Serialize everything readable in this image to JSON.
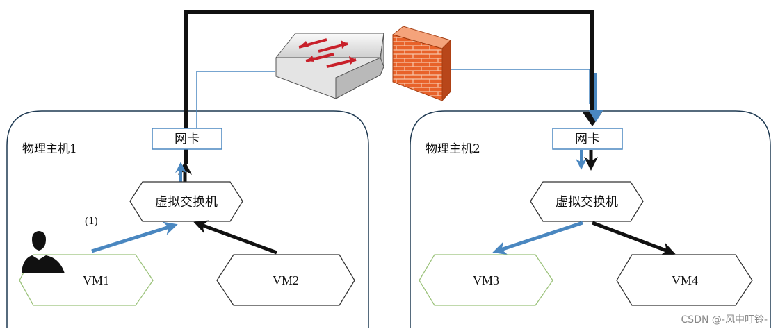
{
  "hosts": {
    "host1": {
      "label": "物理主机1"
    },
    "host2": {
      "label": "物理主机2"
    }
  },
  "nic_label": "网卡",
  "vswitch_label": "虚拟交换机",
  "vms": {
    "vm1": "VM1",
    "vm2": "VM2",
    "vm3": "VM3",
    "vm4": "VM4"
  },
  "step_label": "(1)",
  "watermark": "CSDN @-风中叮铃-",
  "icons": {
    "switch": "network-switch-icon",
    "firewall": "firewall-icon",
    "user": "user-icon"
  },
  "colors": {
    "host_border": "#1f3a52",
    "link_blue": "#4a87c0",
    "path_black": "#111111",
    "vm_green_border": "#9bc27a",
    "firewall_orange": "#e8622a",
    "switch_arrow_red": "#c8202a"
  }
}
